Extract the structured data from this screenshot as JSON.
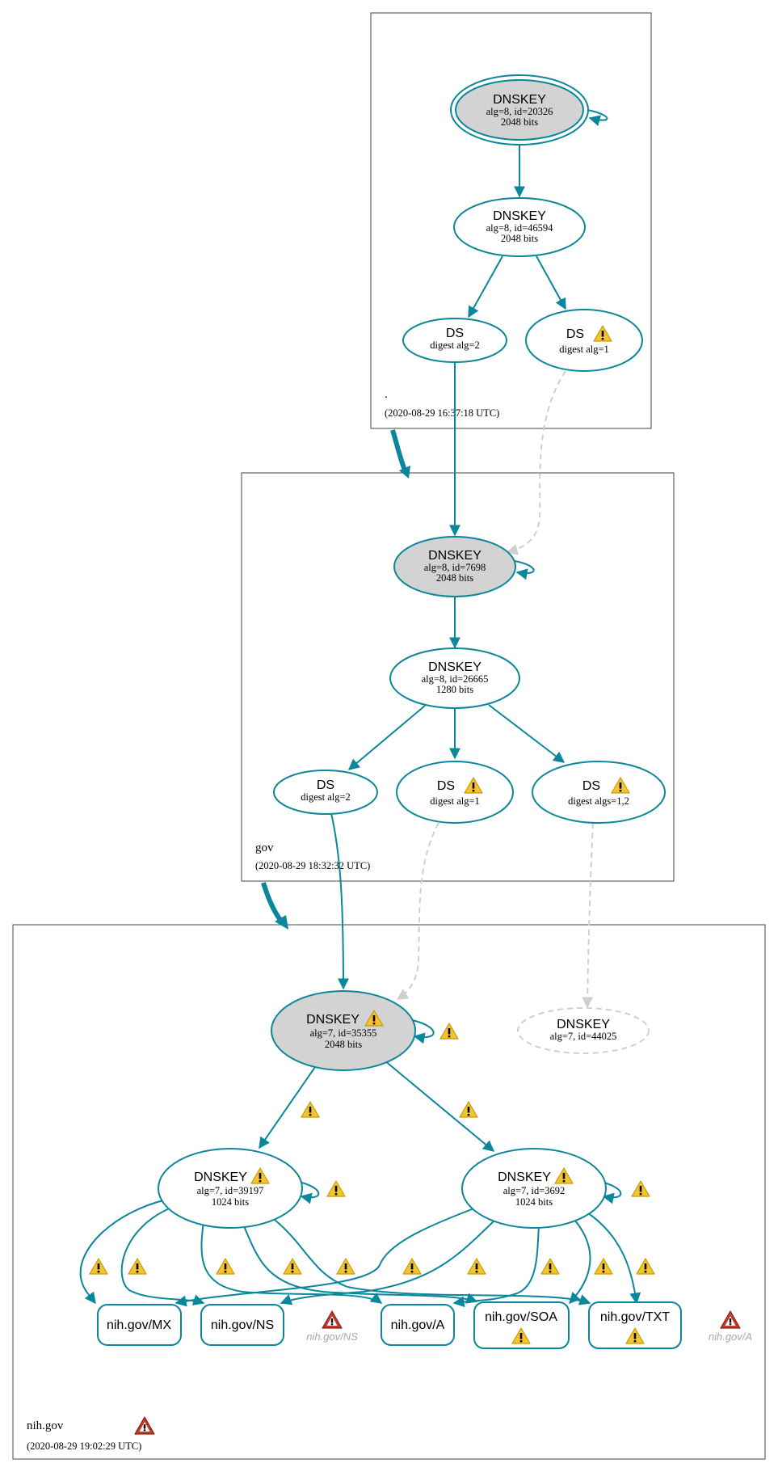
{
  "colors": {
    "edge": "#0a879a",
    "ksk_fill": "#d3d3d3",
    "dashed_edge": "#cfcfcf",
    "warning": "#f4c430",
    "error": "#c0392b"
  },
  "icons": {
    "warning": "warning-icon",
    "error": "error-icon"
  },
  "zones": {
    "root": {
      "name": ".",
      "timestamp": "(2020-08-29 16:37:18 UTC)"
    },
    "gov": {
      "name": "gov",
      "timestamp": "(2020-08-29 18:32:32 UTC)"
    },
    "nihgov": {
      "name": "nih.gov",
      "timestamp": "(2020-08-29 19:02:29 UTC)"
    }
  },
  "nodes": {
    "root_ksk": {
      "title": "DNSKEY",
      "line1": "alg=8, id=20326",
      "line2": "2048 bits"
    },
    "root_zsk": {
      "title": "DNSKEY",
      "line1": "alg=8, id=46594",
      "line2": "2048 bits"
    },
    "root_ds2": {
      "title": "DS",
      "line1": "digest alg=2"
    },
    "root_ds1": {
      "title": "DS",
      "line1": "digest alg=1"
    },
    "gov_ksk": {
      "title": "DNSKEY",
      "line1": "alg=8, id=7698",
      "line2": "2048 bits"
    },
    "gov_zsk": {
      "title": "DNSKEY",
      "line1": "alg=8, id=26665",
      "line2": "1280 bits"
    },
    "gov_ds2": {
      "title": "DS",
      "line1": "digest alg=2"
    },
    "gov_ds1": {
      "title": "DS",
      "line1": "digest alg=1"
    },
    "gov_ds12": {
      "title": "DS",
      "line1": "digest algs=1,2"
    },
    "nih_ksk": {
      "title": "DNSKEY",
      "line1": "alg=7, id=35355",
      "line2": "2048 bits"
    },
    "nih_missing": {
      "title": "DNSKEY",
      "line1": "alg=7, id=44025"
    },
    "nih_zsk1": {
      "title": "DNSKEY",
      "line1": "alg=7, id=39197",
      "line2": "1024 bits"
    },
    "nih_zsk2": {
      "title": "DNSKEY",
      "line1": "alg=7, id=3692",
      "line2": "1024 bits"
    }
  },
  "rrsets": {
    "mx": "nih.gov/MX",
    "ns": "nih.gov/NS",
    "a": "nih.gov/A",
    "soa": "nih.gov/SOA",
    "txt": "nih.gov/TXT",
    "ghost_ns": "nih.gov/NS",
    "ghost_a": "nih.gov/A"
  }
}
